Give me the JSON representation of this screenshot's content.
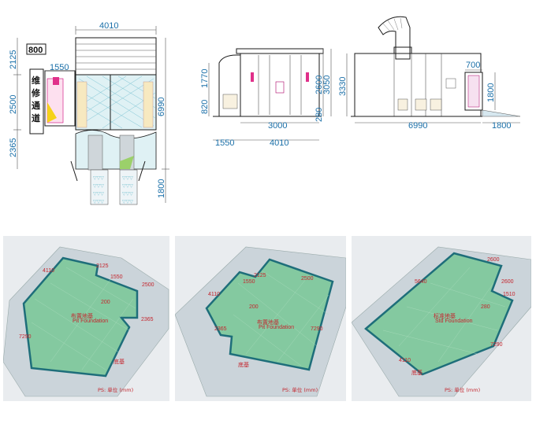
{
  "top_views": {
    "plan": {
      "width_top": "4010",
      "left_dims": [
        "2125",
        "2500",
        "2365"
      ],
      "right_total": "6990",
      "bottom_right": "1800",
      "door_box": "800",
      "inner_width": "1550",
      "maintenance_label": [
        "维",
        "修",
        "通",
        "道"
      ]
    },
    "front": {
      "bottom_dims": [
        "3000",
        "4010"
      ],
      "left_bottom": "1550",
      "left_vert": [
        "820",
        "1770"
      ],
      "right_vert": [
        "2600",
        "3050"
      ],
      "right_small": "280"
    },
    "side": {
      "left_vert": "3330",
      "top_box": "700",
      "right_vert": "1800",
      "bottom_main": "6990",
      "bottom_right": "1800"
    }
  },
  "iso_panels": [
    {
      "dims": [
        "4110",
        "2125",
        "1550",
        "2500",
        "2365",
        "7290",
        "200"
      ],
      "center_cn": "布置地基",
      "center_en": "Pit Foundation",
      "floor_cn": "底基",
      "ps": "PS: 单位 (mm)"
    },
    {
      "dims": [
        "4110",
        "1550",
        "2125",
        "2500",
        "2365",
        "7290",
        "200"
      ],
      "center_cn": "布置地基",
      "center_en": "Pit Foundation",
      "floor_cn": "底基",
      "ps": "PS: 单位 (mm)"
    },
    {
      "dims": [
        "2600",
        "5640",
        "2600",
        "1510",
        "4110",
        "7290",
        "280"
      ],
      "center_cn": "标准地基",
      "center_en": "Std Foundation",
      "floor_cn": "底基",
      "ps": "PS: 单位 (mm)"
    }
  ],
  "colors": {
    "dim_text": "#1a6fa8",
    "pit_floor": "#7fc79a",
    "pit_edge": "#1e6e7a",
    "grid_plate": "#c8d2d8",
    "red_text": "#c4262e"
  }
}
